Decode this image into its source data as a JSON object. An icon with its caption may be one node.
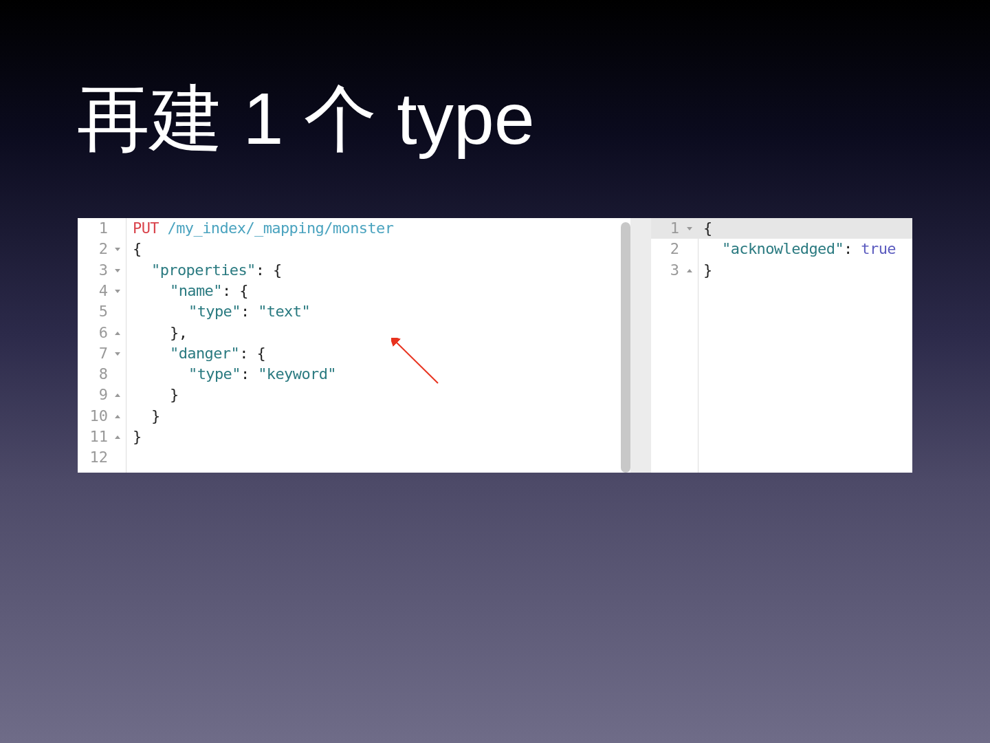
{
  "diagram": {
    "title": "再建 1 个 type",
    "nodes": [
      {
        "text": [
          "PUT /my_index/_mapping/monster",
          "{",
          "\"properties\": {",
          "\"name\": {",
          "\"type\": \"text\"",
          "},",
          "\"danger\": {",
          "\"type\": \"keyword\"",
          "}",
          "}",
          "}"
        ]
      },
      {
        "text": [
          "{",
          "\"acknowledged\": true",
          "}"
        ]
      }
    ],
    "labels": [
      "1",
      "2",
      "3",
      "4",
      "5",
      "6",
      "7",
      "8",
      "9",
      "10",
      "11",
      "12",
      "1",
      "2",
      "3"
    ]
  }
}
